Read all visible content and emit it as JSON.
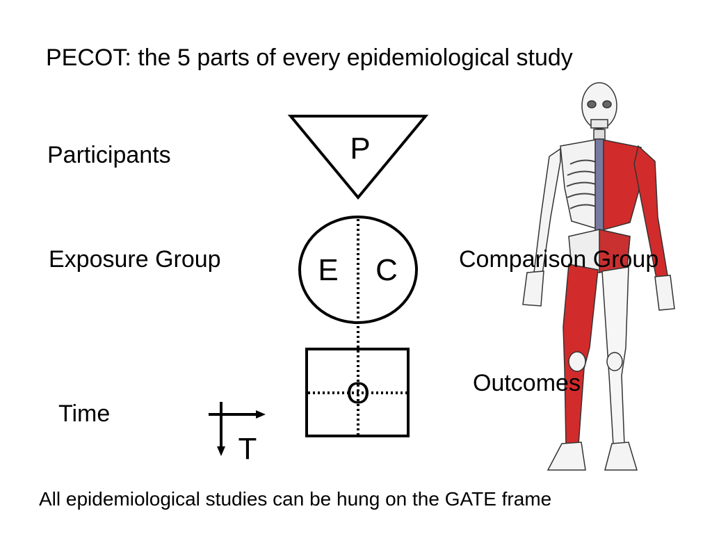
{
  "title": "PECOT: the 5 parts of every epidemiological study",
  "labels": {
    "participants": "Participants",
    "exposure": "Exposure Group",
    "comparison": "Comparison Group",
    "outcomes": "Outcomes",
    "time": "Time"
  },
  "diagram": {
    "p": "P",
    "e": "E",
    "c": "C",
    "o": "O",
    "t": "T"
  },
  "footer": "All epidemiological studies can be hung on the GATE frame",
  "colors": {
    "muscle": "#d22b2b",
    "bone": "#ffffff",
    "outline": "#000000"
  }
}
